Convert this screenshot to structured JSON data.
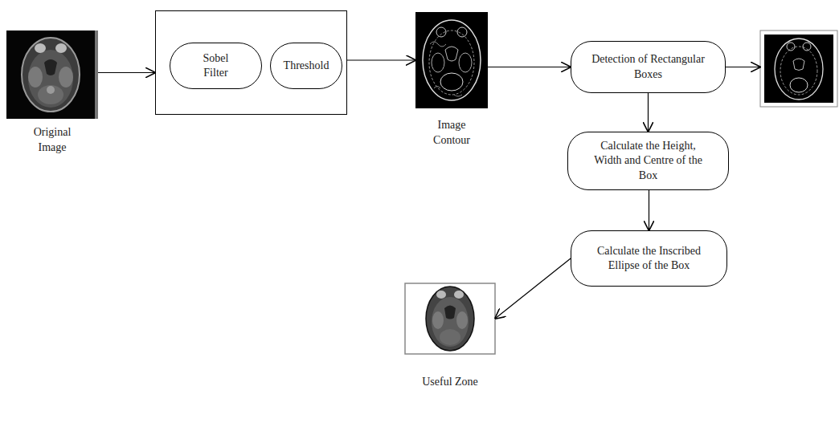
{
  "diagram": {
    "nodes": [
      {
        "text": [
          "Original Image"
        ]
      },
      {
        "text": []
      },
      {
        "text": [
          "Sobel Filter"
        ],
        "in": 1
      },
      {
        "text": [
          "Threshold"
        ],
        "in": 1
      },
      {
        "text": [
          "Image Contour"
        ]
      },
      {
        "text": [
          "Detection of Rectangular Boxes"
        ]
      },
      {
        "text": []
      },
      {
        "text": [
          "Calculate the Height, Width and Centre of the Box"
        ]
      },
      {
        "text": [
          "Calculate the Inscribed Ellipse of the Box"
        ]
      },
      {
        "text": [
          "Useful Zone"
        ]
      }
    ],
    "edges": [
      {
        "from": 0,
        "to": 1,
        "arrow": "to"
      },
      {
        "from": 1,
        "to": 4,
        "arrow": "to"
      },
      {
        "from": 4,
        "to": 5,
        "arrow": "to"
      },
      {
        "from": 5,
        "to": 6,
        "arrow": "to"
      },
      {
        "from": 5,
        "to": 7,
        "arrow": "to"
      },
      {
        "from": 7,
        "to": 8,
        "arrow": "to"
      },
      {
        "from": 8,
        "to": 9,
        "arrow": "to"
      }
    ]
  }
}
